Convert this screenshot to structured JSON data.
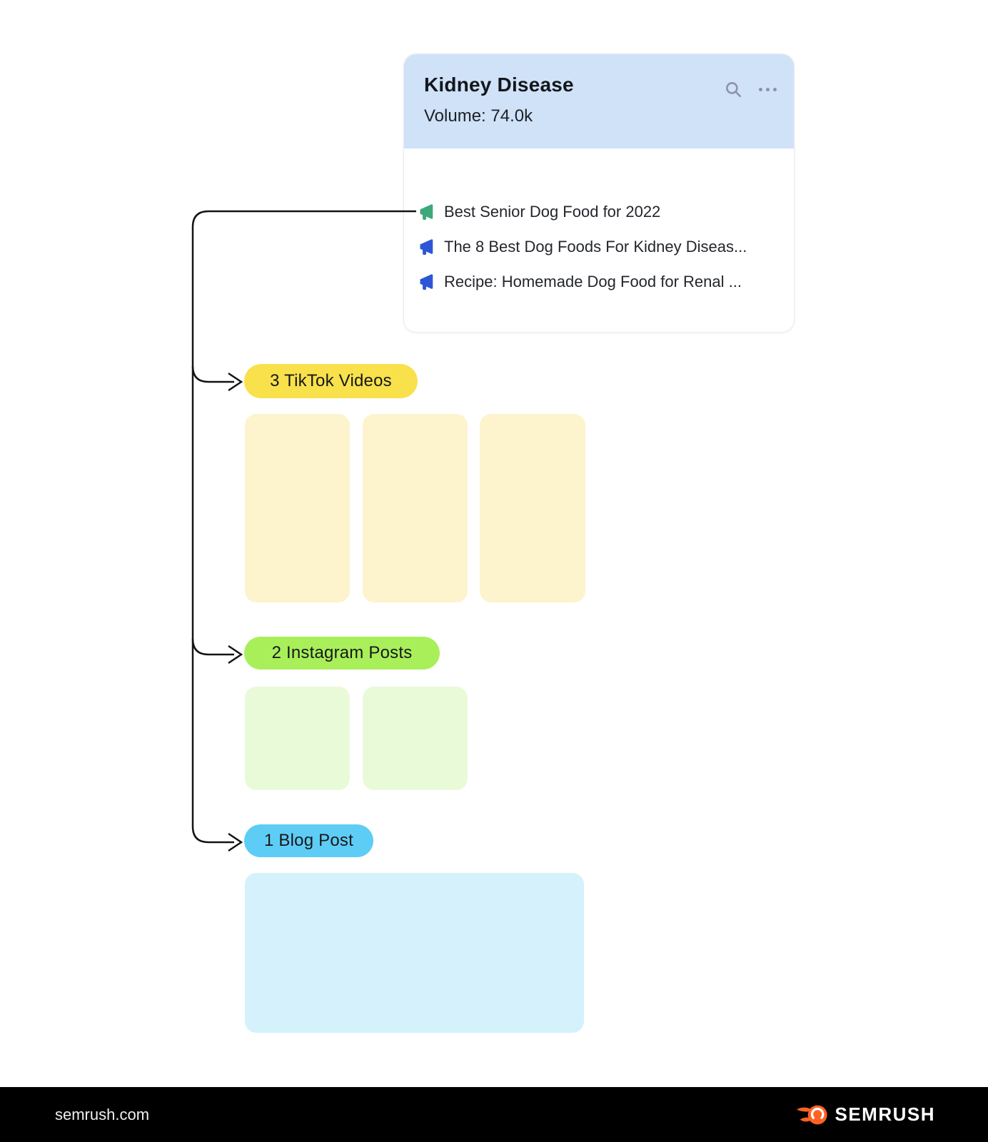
{
  "card": {
    "title": "Kidney Disease",
    "volume_label": "Volume: 74.0k",
    "header_bg": "#cfe2f8",
    "icons": {
      "search": "search-icon",
      "menu": "ellipsis-menu-icon",
      "icon_gray": "#8b93a7"
    },
    "items": [
      {
        "label": "Best Senior Dog Food for 2022",
        "icon": "megaphone-icon",
        "icon_color": "#3fa87a"
      },
      {
        "label": "The 8 Best Dog Foods For Kidney Diseas...",
        "icon": "megaphone-icon",
        "icon_color": "#2d56d6"
      },
      {
        "label": "Recipe: Homemade Dog Food for Renal ...",
        "icon": "megaphone-icon",
        "icon_color": "#2d56d6"
      }
    ]
  },
  "branches": [
    {
      "label": "3 TikTok Videos",
      "count": 3,
      "pill_bg": "#f8e14b",
      "placeholder_bg": "#fdf3cd"
    },
    {
      "label": "2 Instagram Posts",
      "count": 2,
      "pill_bg": "#a9ef5a",
      "placeholder_bg": "#e9fad8"
    },
    {
      "label": "1 Blog Post",
      "count": 1,
      "pill_bg": "#5ecdf6",
      "placeholder_bg": "#d4f1fc"
    }
  ],
  "connectors": {
    "line_color": "#141414"
  },
  "footer": {
    "site": "semrush.com",
    "brand": "SEMRUSH",
    "bg": "#000000",
    "accent": "#ff6224"
  }
}
